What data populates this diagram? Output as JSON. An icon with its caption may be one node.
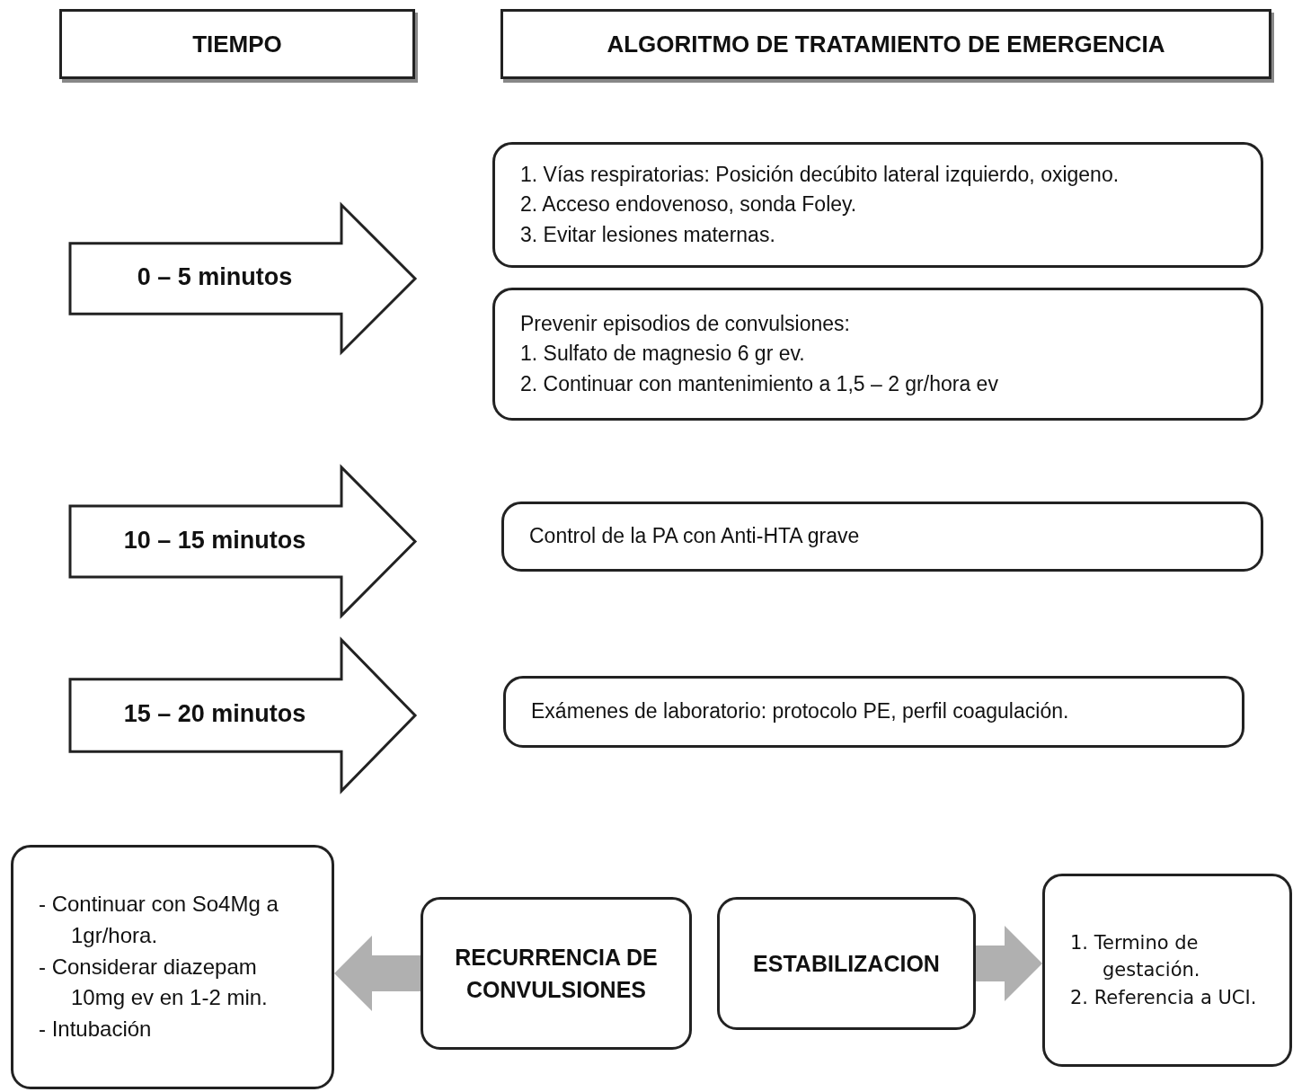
{
  "diagram": {
    "nodes": [
      {
        "text": [
          "TIEMPO"
        ]
      },
      {
        "text": [
          "ALGORITMO DE TRATAMIENTO DE EMERGENCIA"
        ]
      },
      {
        "text": [
          "0 – 5 minutos"
        ]
      },
      {
        "text": [
          "1. Vías respiratorias: Posición decúbito lateral izquierdo, oxigeno.",
          "2. Acceso endovenoso, sonda Foley.",
          "3. Evitar lesiones maternas."
        ]
      },
      {
        "text": [
          "Prevenir episodios de convulsiones:",
          "1. Sulfato de magnesio 6 gr ev.",
          "2. Continuar con mantenimiento a 1,5 – 2 gr/hora ev"
        ]
      },
      {
        "text": [
          "10 – 15 minutos"
        ]
      },
      {
        "text": [
          "Control de la PA con Anti-HTA grave"
        ]
      },
      {
        "text": [
          "15 – 20 minutos"
        ]
      },
      {
        "text": [
          "Exámenes de laboratorio: protocolo PE, perfil coagulación."
        ]
      },
      {
        "text": [
          "- Continuar con So4Mg a 1gr/hora.",
          "- Considerar diazepam 10mg ev en 1-2 min.",
          "- Intubación"
        ]
      },
      {
        "text": [
          "RECURRENCIA DE CONVULSIONES"
        ]
      },
      {
        "text": [
          "ESTABILIZACION"
        ]
      },
      {
        "text": [
          "1. Termino de gestación.",
          "2. Referencia a UCI."
        ]
      }
    ],
    "edges": [
      {
        "from": 10,
        "to": 9,
        "arrow": "to",
        "color": "#b0b0b0"
      },
      {
        "from": 11,
        "to": 12,
        "arrow": "to",
        "color": "#b0b0b0"
      }
    ]
  }
}
